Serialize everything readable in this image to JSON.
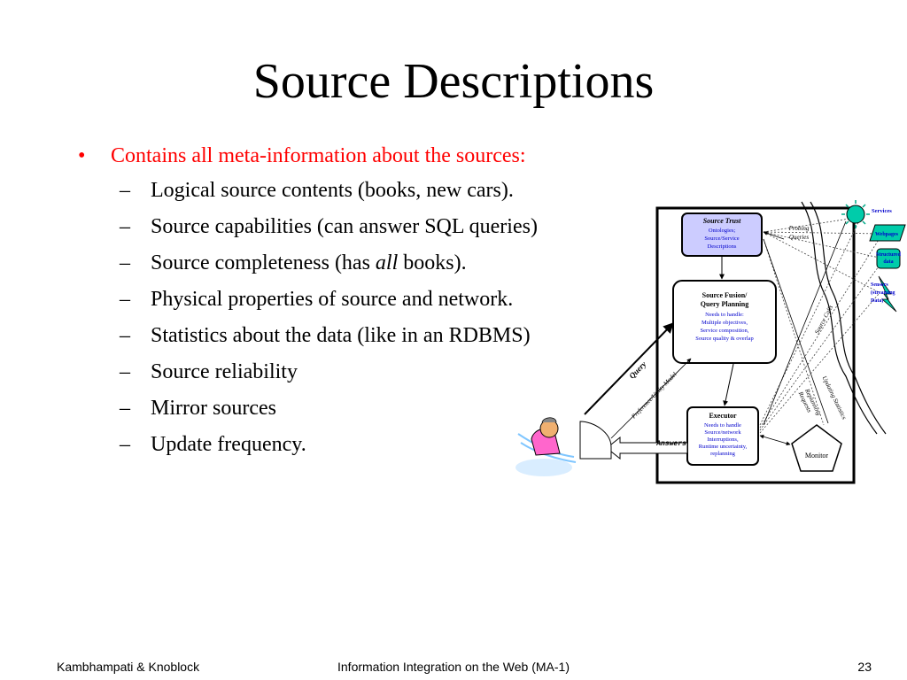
{
  "slide": {
    "title": "Source Descriptions",
    "bullet": "Contains all meta-information about the sources:",
    "subitems": [
      {
        "text": "Logical source contents (books, new cars)."
      },
      {
        "text": "Source capabilities (can answer SQL queries)"
      },
      {
        "before": "Source completeness (has ",
        "emph": "all",
        "after": " books)."
      },
      {
        "text": "Physical properties of source and network."
      },
      {
        "text": "Statistics about the data (like in an RDBMS)"
      },
      {
        "text": "Source reliability"
      },
      {
        "text": "Mirror sources"
      },
      {
        "text": "Update frequency."
      }
    ]
  },
  "diagram": {
    "source_trust": {
      "title": "Source Trust",
      "lines": [
        "Ontologies;",
        "Source/Service",
        "Descriptions"
      ]
    },
    "probing": [
      "Probing",
      "Queries"
    ],
    "fusion": {
      "title_lines": [
        "Source Fusion/",
        "Query Planning"
      ],
      "lines": [
        "Needs to handle:",
        "Multiple objectives,",
        "Service composition,",
        "Source quality & overlap"
      ]
    },
    "executor": {
      "title": "Executor",
      "lines": [
        "Needs to handle",
        "Source/network",
        "Interruptions,",
        "Runtime uncertainty,",
        "replanning"
      ]
    },
    "monitor": "Monitor",
    "query": "Query",
    "pref_model": "Preference/Utility Model",
    "answers": "Answers",
    "source_calls": "Source Calls",
    "replanning": [
      "Replanning",
      "Requests"
    ],
    "updating": "Updating Statistics",
    "services": "Services",
    "webpages": "Webpages",
    "structured": [
      "Structured",
      "data"
    ],
    "sensors": [
      "Sensors",
      "(streaming",
      "Data)"
    ],
    "colors": {
      "accent": "#ff0000",
      "node_fill": "#ccccff",
      "web_fill": "#00ccaa",
      "link_text": "#0000cc"
    }
  },
  "footer": {
    "left": "Kambhampati & Knoblock",
    "center": "Information Integration on the Web (MA-1)",
    "page": "23"
  }
}
